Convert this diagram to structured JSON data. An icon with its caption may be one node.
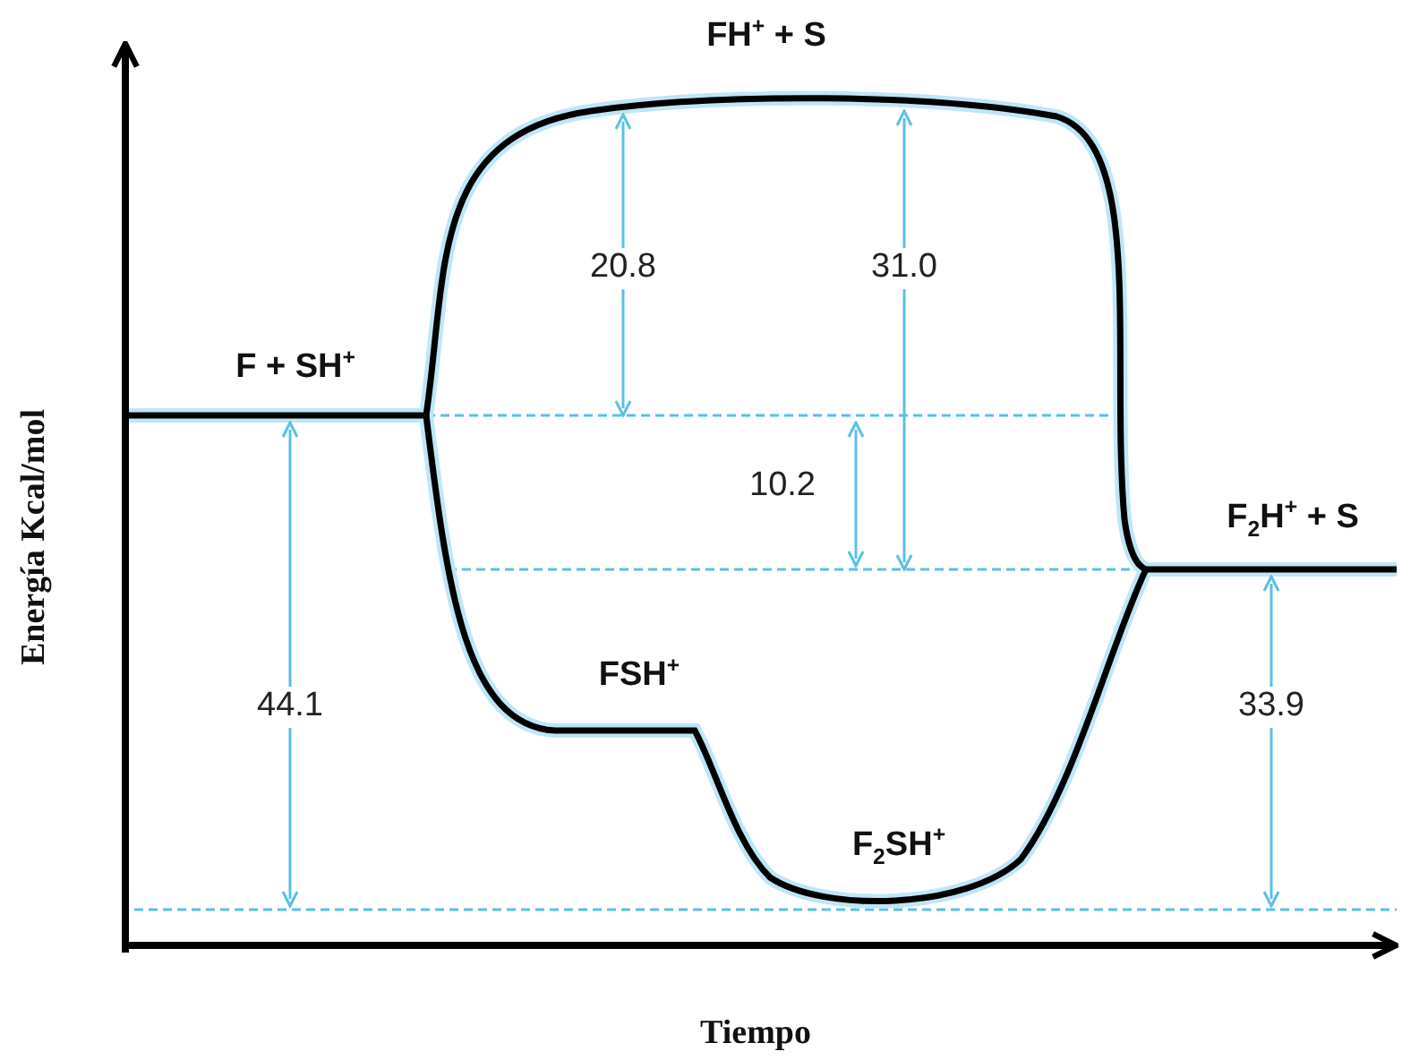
{
  "diagram": {
    "labels": [
      "FH$^{+}$ + S",
      "20.8",
      "31.0",
      "F + SH$^{+}$",
      "10.2",
      "F$_{2}$H$^{+}$ + S",
      "Energía Kcal/mol",
      "FSH$^{+}$",
      "44.1",
      "33.9",
      "F$_{2}$SH$^{+}$",
      "Tiempo"
    ]
  }
}
